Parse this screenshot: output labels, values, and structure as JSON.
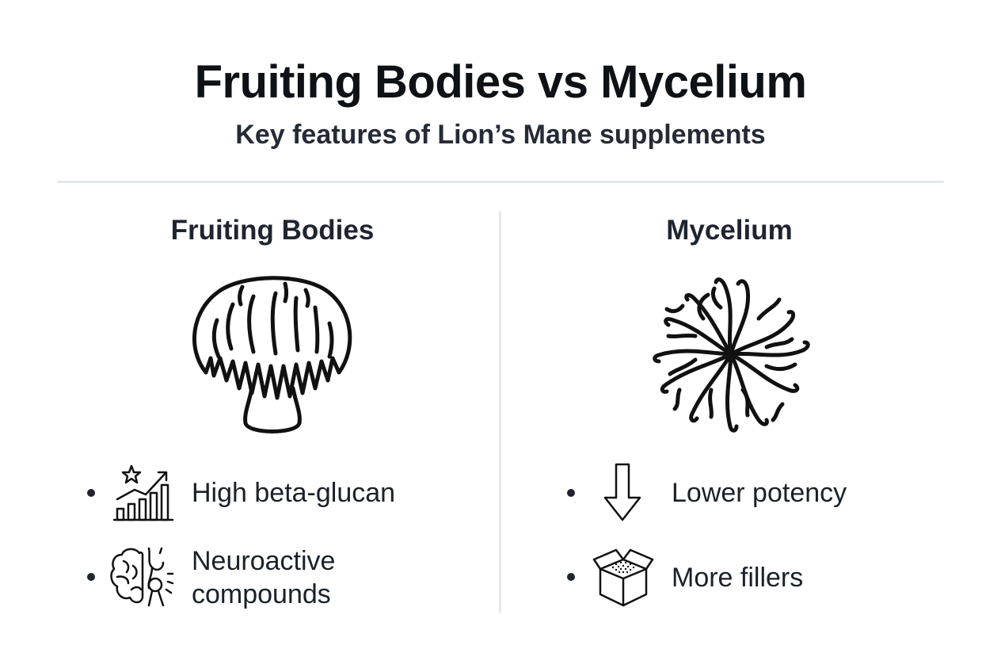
{
  "title": "Fruiting Bodies vs Mycelium",
  "subtitle": "Key features of Lion’s Mane supplements",
  "columns": {
    "left": {
      "heading": "Fruiting Bodies",
      "illustration": "lions-mane-mushroom-icon",
      "features": [
        {
          "icon": "growth-chart-star-icon",
          "text": "High beta-glucan"
        },
        {
          "icon": "brain-neuron-icon",
          "line1": "Neuroactive",
          "line2": "compounds"
        }
      ]
    },
    "right": {
      "heading": "Mycelium",
      "illustration": "mycelium-network-icon",
      "features": [
        {
          "icon": "down-arrow-icon",
          "text": "Lower potency"
        },
        {
          "icon": "open-box-icon",
          "text": "More fillers"
        }
      ]
    }
  },
  "colors": {
    "text": "#141821",
    "rule": "#e3e8ef"
  }
}
